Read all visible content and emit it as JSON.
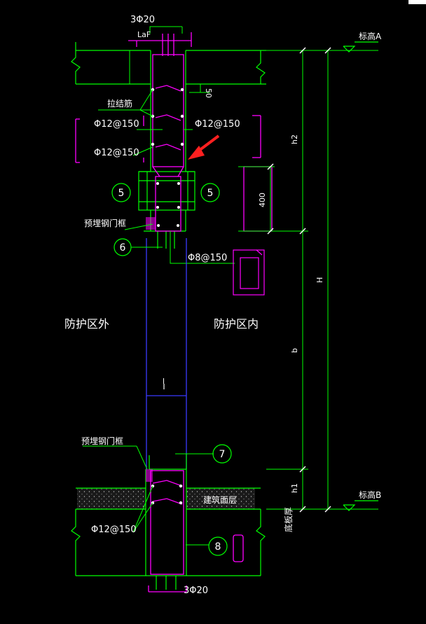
{
  "labels": {
    "top_rebar": "3Φ20",
    "bottom_rebar": "3Φ20",
    "laf": "LaF",
    "dim_50": "50",
    "tie_bar": "拉结筋",
    "rebar_left_1": "Φ12@150",
    "rebar_right_1": "Φ12@150",
    "rebar_left_2": "Φ12@150",
    "rebar_bottom": "Φ12@150",
    "stirrup": "Φ8@150",
    "embedded_frame_top": "预埋钢门框",
    "embedded_frame_bottom": "预埋钢门框",
    "outside_zone": "防护区外",
    "inside_zone": "防护区内",
    "floor_layer": "建筑面层",
    "bottom_plate": "底板厚",
    "dim_h2": "h2",
    "dim_400": "400",
    "dim_H": "H",
    "dim_b": "b",
    "dim_h1": "h1",
    "dim_l": "l",
    "elev_A": "标高A",
    "elev_B": "标高B"
  },
  "markers": {
    "m5_left": "5",
    "m5_right": "5",
    "m6": "6",
    "m7": "7",
    "m8": "8"
  },
  "colors": {
    "background": "#000000",
    "concrete": "#00ff00",
    "rebar": "#ff00ff",
    "opening": "#3b3bff",
    "text": "#ffffff",
    "arrow": "#ff2020",
    "fill": "#1e1e1e"
  }
}
